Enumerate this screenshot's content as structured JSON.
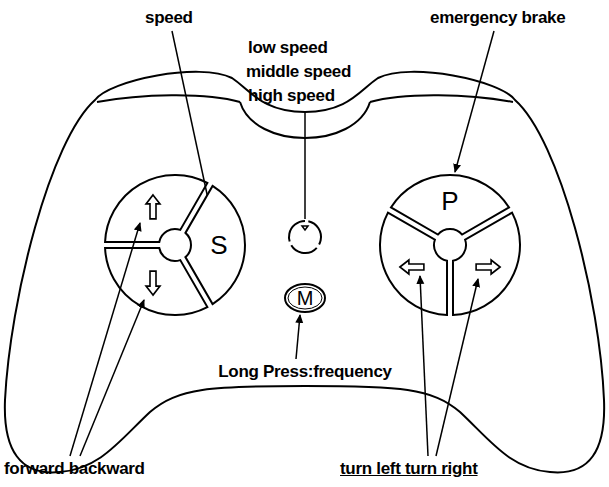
{
  "diagram": {
    "nodes": [
      {
        "text": [
          "S"
        ]
      },
      {
        "text": [
          "P"
        ]
      },
      {
        "text": [
          "M"
        ]
      }
    ],
    "labels": [
      "speed",
      "low speed",
      "middle speed",
      "high speed",
      "emergency brake",
      "Long Press:frequency",
      "forward backward",
      "turn left turn right"
    ]
  }
}
